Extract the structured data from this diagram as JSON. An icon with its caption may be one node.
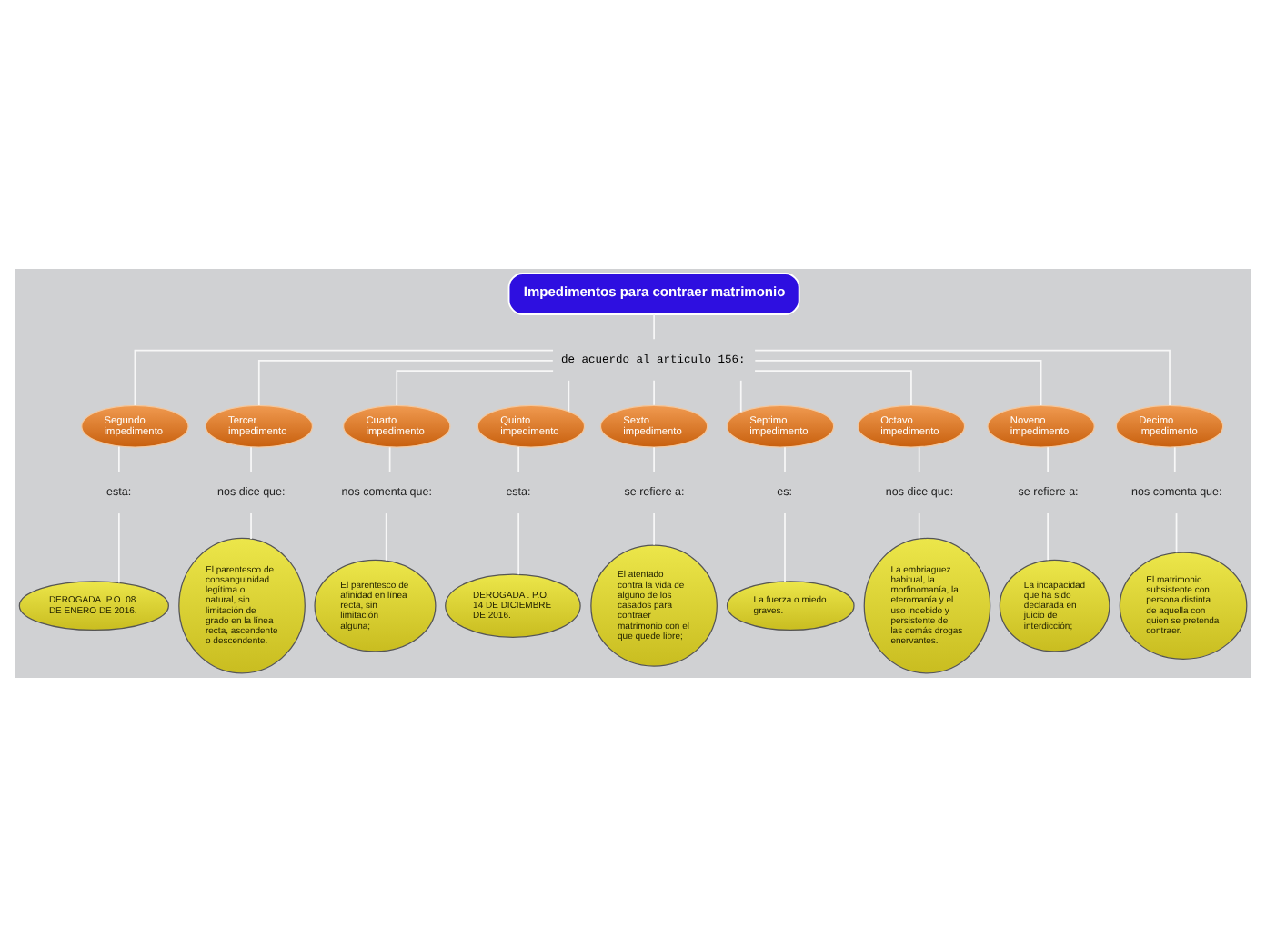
{
  "diagram": {
    "nodes": [
      {
        "text": [
          "Impedimentos para contraer matrimonio"
        ]
      },
      {
        "text": [
          "de acuerdo al articulo 156:"
        ]
      },
      {
        "text": [
          "Segundo impedimento"
        ]
      },
      {
        "text": [
          "Tercer impedimento"
        ]
      },
      {
        "text": [
          "Cuarto impedimento"
        ]
      },
      {
        "text": [
          "Quinto impedimento"
        ]
      },
      {
        "text": [
          "Sexto impedimento"
        ]
      },
      {
        "text": [
          "Septimo impedimento"
        ]
      },
      {
        "text": [
          "Octavo impedimento"
        ]
      },
      {
        "text": [
          "Noveno impedimento"
        ]
      },
      {
        "text": [
          "Decimo impedimento"
        ]
      },
      {
        "text": [
          "esta:"
        ]
      },
      {
        "text": [
          "nos dice que:"
        ]
      },
      {
        "text": [
          "nos comenta que:"
        ]
      },
      {
        "text": [
          "esta:"
        ]
      },
      {
        "text": [
          "se refiere a:"
        ]
      },
      {
        "text": [
          "es:"
        ]
      },
      {
        "text": [
          "nos dice que:"
        ]
      },
      {
        "text": [
          "se refiere a:"
        ]
      },
      {
        "text": [
          "nos comenta que:"
        ]
      },
      {
        "text": [
          "DEROGADA. P.O. 08 DE ENERO DE 2016."
        ]
      },
      {
        "text": [
          "El parentesco de consanguinidad legítima o natural, sin limitación de grado en la línea recta, ascendente o descendente."
        ]
      },
      {
        "text": [
          "El parentesco de afinidad en línea recta, sin limitación alguna;"
        ]
      },
      {
        "text": [
          "DEROGADA . P.O. 14 DE DICIEMBRE DE 2016."
        ]
      },
      {
        "text": [
          "El atentado contra la vida de alguno de los casados para contraer matrimonio con el que quede libre;"
        ]
      },
      {
        "text": [
          "La fuerza o miedo graves."
        ]
      },
      {
        "text": [
          "La embriaguez habitual, la morfinomanía, la eteromanía y el uso indebido y persistente de las demás drogas enervantes."
        ]
      },
      {
        "text": [
          "La incapacidad que ha sido declarada en juicio de interdicción;"
        ]
      },
      {
        "text": [
          "El matrimonio subsistente con persona distinta de aquella con quien se pretenda contraer."
        ]
      }
    ],
    "edges": [
      {
        "from": 0,
        "to": 1,
        "arrow": "none"
      },
      {
        "from": 1,
        "to": 2,
        "arrow": "none"
      },
      {
        "from": 1,
        "to": 3,
        "arrow": "none"
      },
      {
        "from": 1,
        "to": 4,
        "arrow": "none"
      },
      {
        "from": 1,
        "to": 5,
        "arrow": "none"
      },
      {
        "from": 1,
        "to": 6,
        "arrow": "none"
      },
      {
        "from": 1,
        "to": 7,
        "arrow": "none"
      },
      {
        "from": 1,
        "to": 8,
        "arrow": "none"
      },
      {
        "from": 1,
        "to": 9,
        "arrow": "none"
      },
      {
        "from": 1,
        "to": 10,
        "arrow": "none"
      },
      {
        "from": 2,
        "to": 11,
        "arrow": "none"
      },
      {
        "from": 3,
        "to": 12,
        "arrow": "none"
      },
      {
        "from": 4,
        "to": 13,
        "arrow": "none"
      },
      {
        "from": 5,
        "to": 14,
        "arrow": "none"
      },
      {
        "from": 6,
        "to": 15,
        "arrow": "none"
      },
      {
        "from": 7,
        "to": 16,
        "arrow": "none"
      },
      {
        "from": 8,
        "to": 17,
        "arrow": "none"
      },
      {
        "from": 9,
        "to": 18,
        "arrow": "none"
      },
      {
        "from": 10,
        "to": 19,
        "arrow": "none"
      },
      {
        "from": 11,
        "to": 20,
        "arrow": "none"
      },
      {
        "from": 12,
        "to": 21,
        "arrow": "none"
      },
      {
        "from": 13,
        "to": 22,
        "arrow": "none"
      },
      {
        "from": 14,
        "to": 23,
        "arrow": "none"
      },
      {
        "from": 15,
        "to": 24,
        "arrow": "none"
      },
      {
        "from": 16,
        "to": 25,
        "arrow": "none"
      },
      {
        "from": 17,
        "to": 26,
        "arrow": "none"
      },
      {
        "from": 18,
        "to": 27,
        "arrow": "none"
      },
      {
        "from": 19,
        "to": 28,
        "arrow": "none"
      }
    ]
  }
}
